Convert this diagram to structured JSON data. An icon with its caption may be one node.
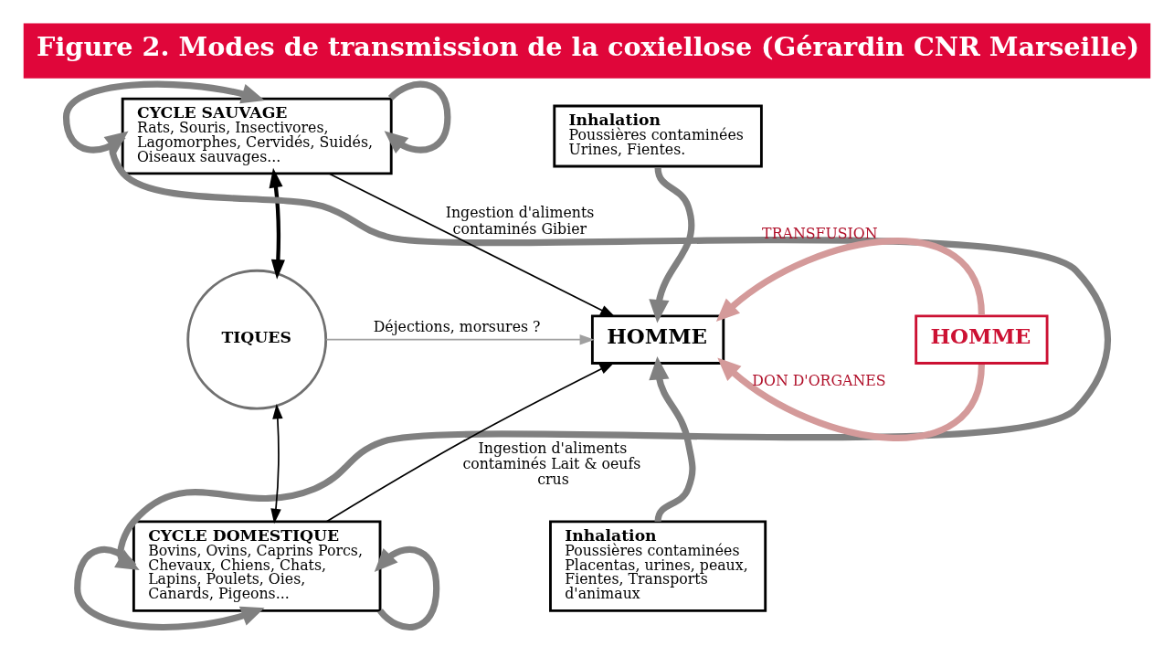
{
  "diagram": {
    "title": "Figure 2. Modes de transmission de la coxiellose (Gérardin CNR Marseille)",
    "nodes": [
      {
        "text": [
          "CYCLE SAUVAGE",
          "Rats, Souris, Insectivores, Lagomorphes, Cervidés, Suidés, Oiseaux sauvages..."
        ]
      },
      {
        "text": [
          "Inhalation",
          "Poussières contaminées Urines, Fientes."
        ]
      },
      {
        "text": [
          "TIQUES"
        ]
      },
      {
        "text": [
          "CYCLE DOMESTIQUE",
          "Bovins, Ovins, Caprins Porcs, Chevaux, Chiens, Chats, Lapins, Poulets, Oies, Canards, Pigeons..."
        ]
      },
      {
        "text": [
          "Inhalation",
          "Poussières contaminées Placentas, urines, peaux, Fientes, Transports d'animaux"
        ]
      },
      {
        "text": [
          "HOMME"
        ]
      },
      {
        "text": [
          "HOMME"
        ]
      }
    ],
    "edges": [
      {
        "from": 0,
        "to": 0,
        "arrow": "to"
      },
      {
        "from": 0,
        "to": 0,
        "arrow": "to"
      },
      {
        "from": 0,
        "to": 3,
        "arrow": "both"
      },
      {
        "from": 3,
        "to": 3,
        "arrow": "to"
      },
      {
        "from": 3,
        "to": 3,
        "arrow": "to"
      },
      {
        "from": 0,
        "to": 2,
        "arrow": "both",
        "color": "#000000"
      },
      {
        "from": 2,
        "to": 3,
        "arrow": "both",
        "color": "#000000"
      },
      {
        "from": 0,
        "to": 5,
        "arrow": "to",
        "label": "Ingestion d'aliments contaminés Gibier",
        "color": "#000000"
      },
      {
        "from": 2,
        "to": 5,
        "arrow": "to",
        "label": "Déjections, morsures ?",
        "color": "#a0a0a0"
      },
      {
        "from": 3,
        "to": 5,
        "arrow": "to",
        "label": "Ingestion d'aliments contaminés Lait & oeufs crus",
        "color": "#000000"
      },
      {
        "from": 1,
        "to": 5,
        "arrow": "to"
      },
      {
        "from": 4,
        "to": 5,
        "arrow": "to"
      },
      {
        "from": 6,
        "to": 5,
        "arrow": "to",
        "label": "TRANSFUSION",
        "color": "#d49a9a"
      },
      {
        "from": 6,
        "to": 5,
        "arrow": "to",
        "label": "DON D'ORGANES",
        "color": "#d49a9a"
      }
    ]
  }
}
